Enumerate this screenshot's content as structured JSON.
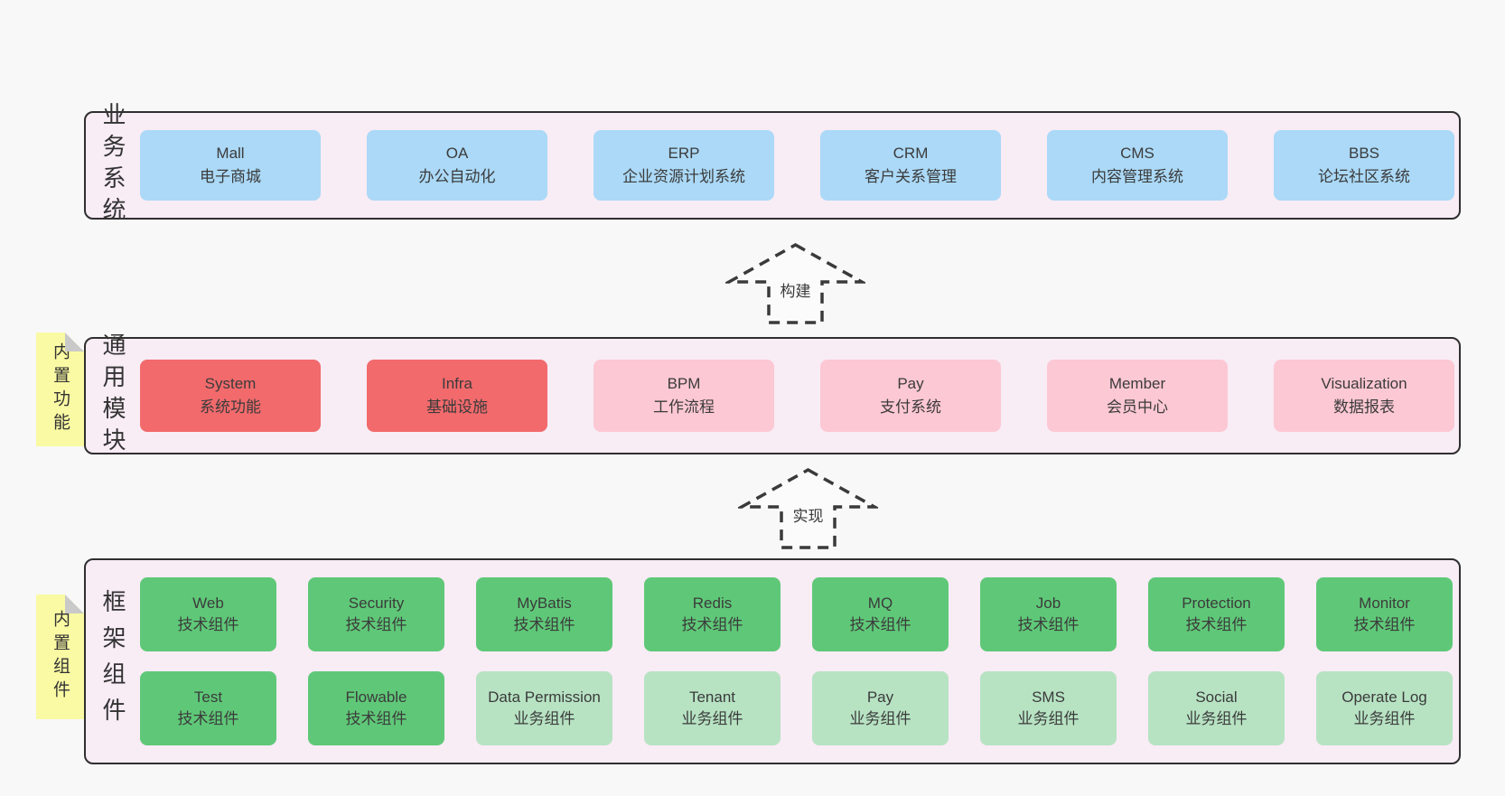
{
  "diagram": {
    "title": "layered architecture diagram",
    "colors": {
      "page_bg": "#f8f8f8",
      "band_bg": "#f8ecf5",
      "band_border": "#2f2f2f",
      "blue_box": "#abd9f7",
      "red_box": "#f26a6c",
      "pink_box": "#fcc8d3",
      "green_box": "#5fc878",
      "light_green_box": "#b7e3c3",
      "note_yellow": "#fafaa4",
      "note_fold_gray": "#c9c9c9"
    },
    "arrows": [
      {
        "label": "构建"
      },
      {
        "label": "实现"
      }
    ],
    "bands": {
      "business": {
        "label": "业务系统",
        "boxes": [
          {
            "title": "Mall",
            "subtitle": "电子商城",
            "variant": "blue"
          },
          {
            "title": "OA",
            "subtitle": "办公自动化",
            "variant": "blue"
          },
          {
            "title": "ERP",
            "subtitle": "企业资源计划系统",
            "variant": "blue"
          },
          {
            "title": "CRM",
            "subtitle": "客户关系管理",
            "variant": "blue"
          },
          {
            "title": "CMS",
            "subtitle": "内容管理系统",
            "variant": "blue"
          },
          {
            "title": "BBS",
            "subtitle": "论坛社区系统",
            "variant": "blue"
          }
        ]
      },
      "modules": {
        "label": "通用模块",
        "note": "内置功能",
        "boxes": [
          {
            "title": "System",
            "subtitle": "系统功能",
            "variant": "red"
          },
          {
            "title": "Infra",
            "subtitle": "基础设施",
            "variant": "red"
          },
          {
            "title": "BPM",
            "subtitle": "工作流程",
            "variant": "pink"
          },
          {
            "title": "Pay",
            "subtitle": "支付系统",
            "variant": "pink"
          },
          {
            "title": "Member",
            "subtitle": "会员中心",
            "variant": "pink"
          },
          {
            "title": "Visualization",
            "subtitle": "数据报表",
            "variant": "pink"
          }
        ]
      },
      "components": {
        "label": "框架组件",
        "note": "内置组件",
        "rows": [
          [
            {
              "title": "Web",
              "subtitle": "技术组件",
              "variant": "green"
            },
            {
              "title": "Security",
              "subtitle": "技术组件",
              "variant": "green"
            },
            {
              "title": "MyBatis",
              "subtitle": "技术组件",
              "variant": "green"
            },
            {
              "title": "Redis",
              "subtitle": "技术组件",
              "variant": "green"
            },
            {
              "title": "MQ",
              "subtitle": "技术组件",
              "variant": "green"
            },
            {
              "title": "Job",
              "subtitle": "技术组件",
              "variant": "green"
            },
            {
              "title": "Protection",
              "subtitle": "技术组件",
              "variant": "green"
            },
            {
              "title": "Monitor",
              "subtitle": "技术组件",
              "variant": "green"
            }
          ],
          [
            {
              "title": "Test",
              "subtitle": "技术组件",
              "variant": "green"
            },
            {
              "title": "Flowable",
              "subtitle": "技术组件",
              "variant": "green"
            },
            {
              "title": "Data Permission",
              "subtitle": "业务组件",
              "variant": "lightgreen"
            },
            {
              "title": "Tenant",
              "subtitle": "业务组件",
              "variant": "lightgreen"
            },
            {
              "title": "Pay",
              "subtitle": "业务组件",
              "variant": "lightgreen"
            },
            {
              "title": "SMS",
              "subtitle": "业务组件",
              "variant": "lightgreen"
            },
            {
              "title": "Social",
              "subtitle": "业务组件",
              "variant": "lightgreen"
            },
            {
              "title": "Operate Log",
              "subtitle": "业务组件",
              "variant": "lightgreen"
            }
          ]
        ]
      }
    }
  }
}
